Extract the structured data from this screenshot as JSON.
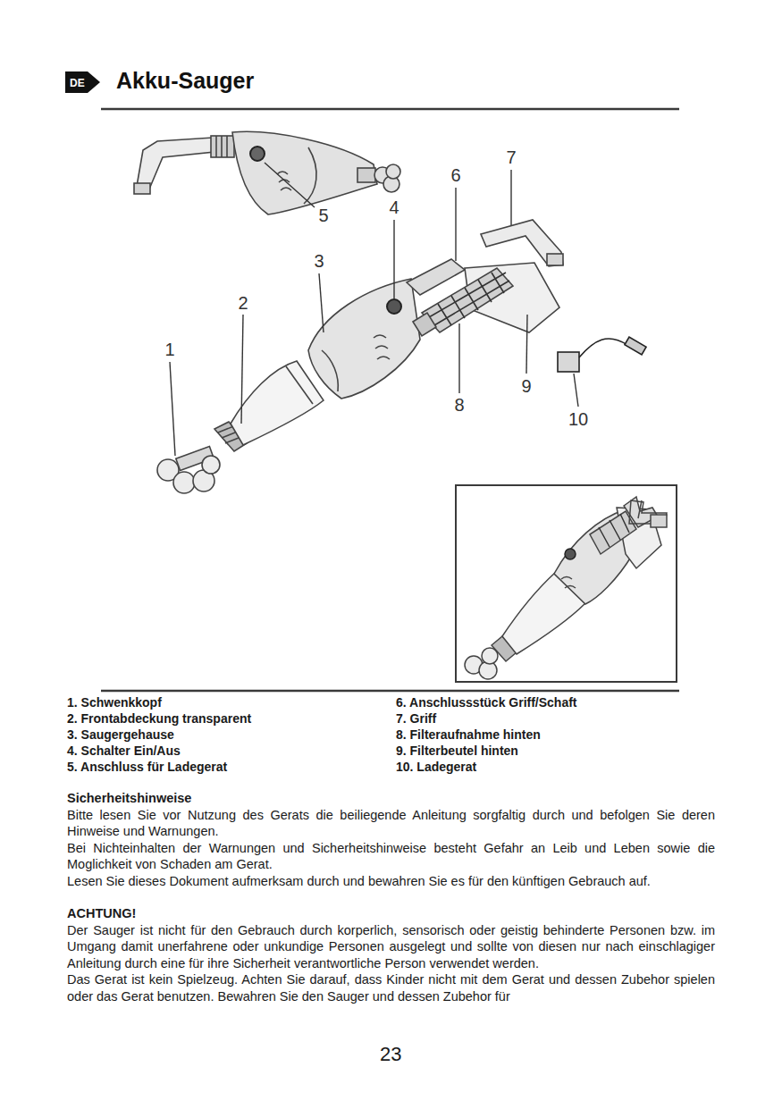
{
  "diagram": {
    "title": "Akku-Sauger",
    "nodes": [
      {
        "text": [
          "DE"
        ]
      }
    ],
    "labels": [
      "5",
      "4",
      "6",
      "7",
      "3",
      "2",
      "1",
      "9",
      "8",
      "10",
      "1. Schwenkkopf",
      "2. Frontabdeckung transparent",
      "3. Saugergehause",
      "4. Schalter Ein/Aus",
      "5. Anschluss für Ladegerat",
      "6. Anschlussstück Griff/Schaft",
      "7. Griff",
      "8. Filteraufnahme hinten",
      "9. Filterbeutel hinten",
      "10. Ladegerat",
      "Sicherheitshinweise",
      "Bitte lesen Sie vor Nutzung des Gerats die beiliegende Anleitung sorgfaltig durch und befolgen Sie deren Hinweise und Warnungen.",
      "Bei Nichteinhalten der Warnungen und Sicherheitshinweise besteht Gefahr an Leib und Leben sowie die Moglichkeit von Schaden am Gerat.",
      "Lesen Sie dieses Dokument aufmerksam durch und bewahren Sie es für den künftigen Gebrauch auf.",
      "ACHTUNG!",
      "Der Sauger ist nicht für den Gebrauch durch korperlich, sensorisch oder geistig behinderte Personen bzw. im Umgang damit unerfahrene oder unkundige Personen ausgelegt und sollte von diesen nur nach einschlagiger Anleitung durch eine für ihre Sicherheit verantwortliche Person verwendet werden.",
      "Das Gerat ist kein Spielzeug. Achten Sie darauf, dass Kinder nicht mit dem Gerat und dessen Zubehor spielen oder das Gerat benutzen. Bewahren Sie den Sauger und dessen Zubehor für",
      "23"
    ]
  }
}
